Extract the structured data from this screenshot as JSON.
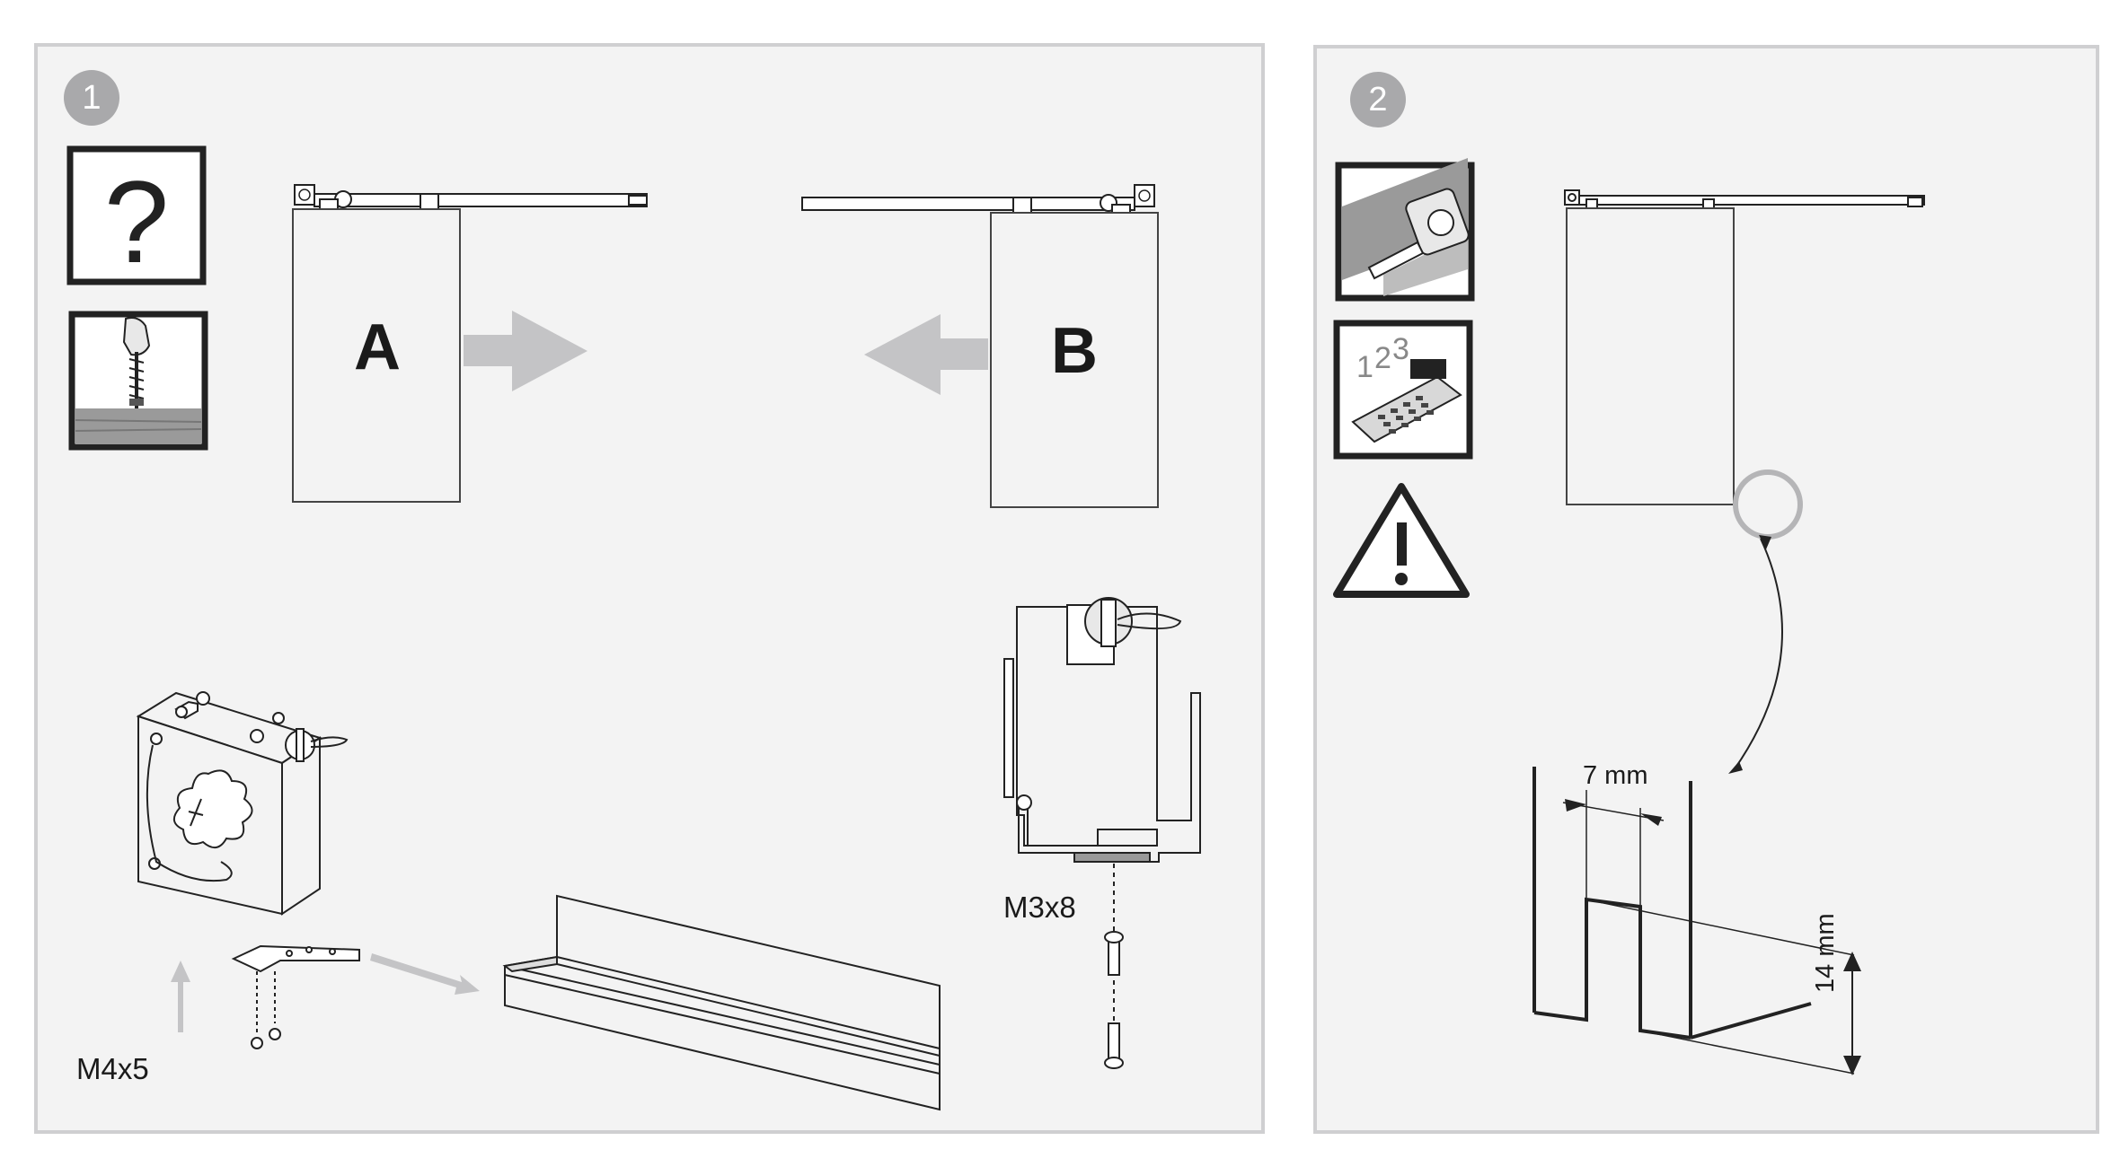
{
  "panel1": {
    "step": "1",
    "door_a": "A",
    "door_b": "B",
    "screw_small": "M4x5",
    "screw_large": "M3x8",
    "icons": [
      "question-icon",
      "drill-screw-icon"
    ]
  },
  "panel2": {
    "step": "2",
    "gap": "7 mm",
    "height": "14 mm",
    "icons": [
      "tape-measure-icon",
      "calculator-icon",
      "warning-icon"
    ]
  },
  "colors": {
    "panel_bg": "#f3f3f3",
    "panel_border": "#cfcfd1",
    "arrow_gray": "#c4c4c6",
    "step_badge": "#a9a9ab",
    "line": "#222222"
  }
}
